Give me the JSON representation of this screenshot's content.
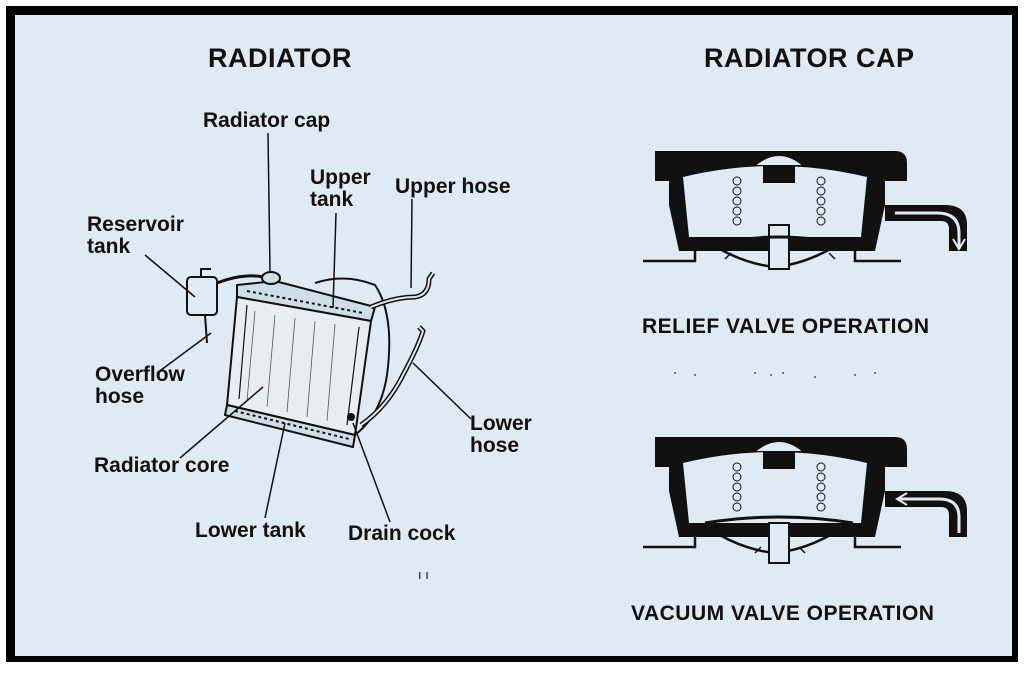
{
  "left_panel": {
    "title": "RADIATOR",
    "labels": {
      "radiator_cap": "Radiator cap",
      "upper_tank": "Upper\ntank",
      "upper_hose": "Upper hose",
      "reservoir_tank": "Reservoir\ntank",
      "overflow_hose": "Overflow\nhose",
      "lower_hose": "Lower\nhose",
      "radiator_core": "Radiator core",
      "lower_tank": "Lower tank",
      "drain_cock": "Drain cock",
      "page_mark": "ı ı"
    }
  },
  "right_panel": {
    "title": "RADIATOR CAP",
    "captions": {
      "relief": "RELIEF VALVE OPERATION",
      "vacuum": "VACUUM VALVE OPERATION"
    }
  }
}
